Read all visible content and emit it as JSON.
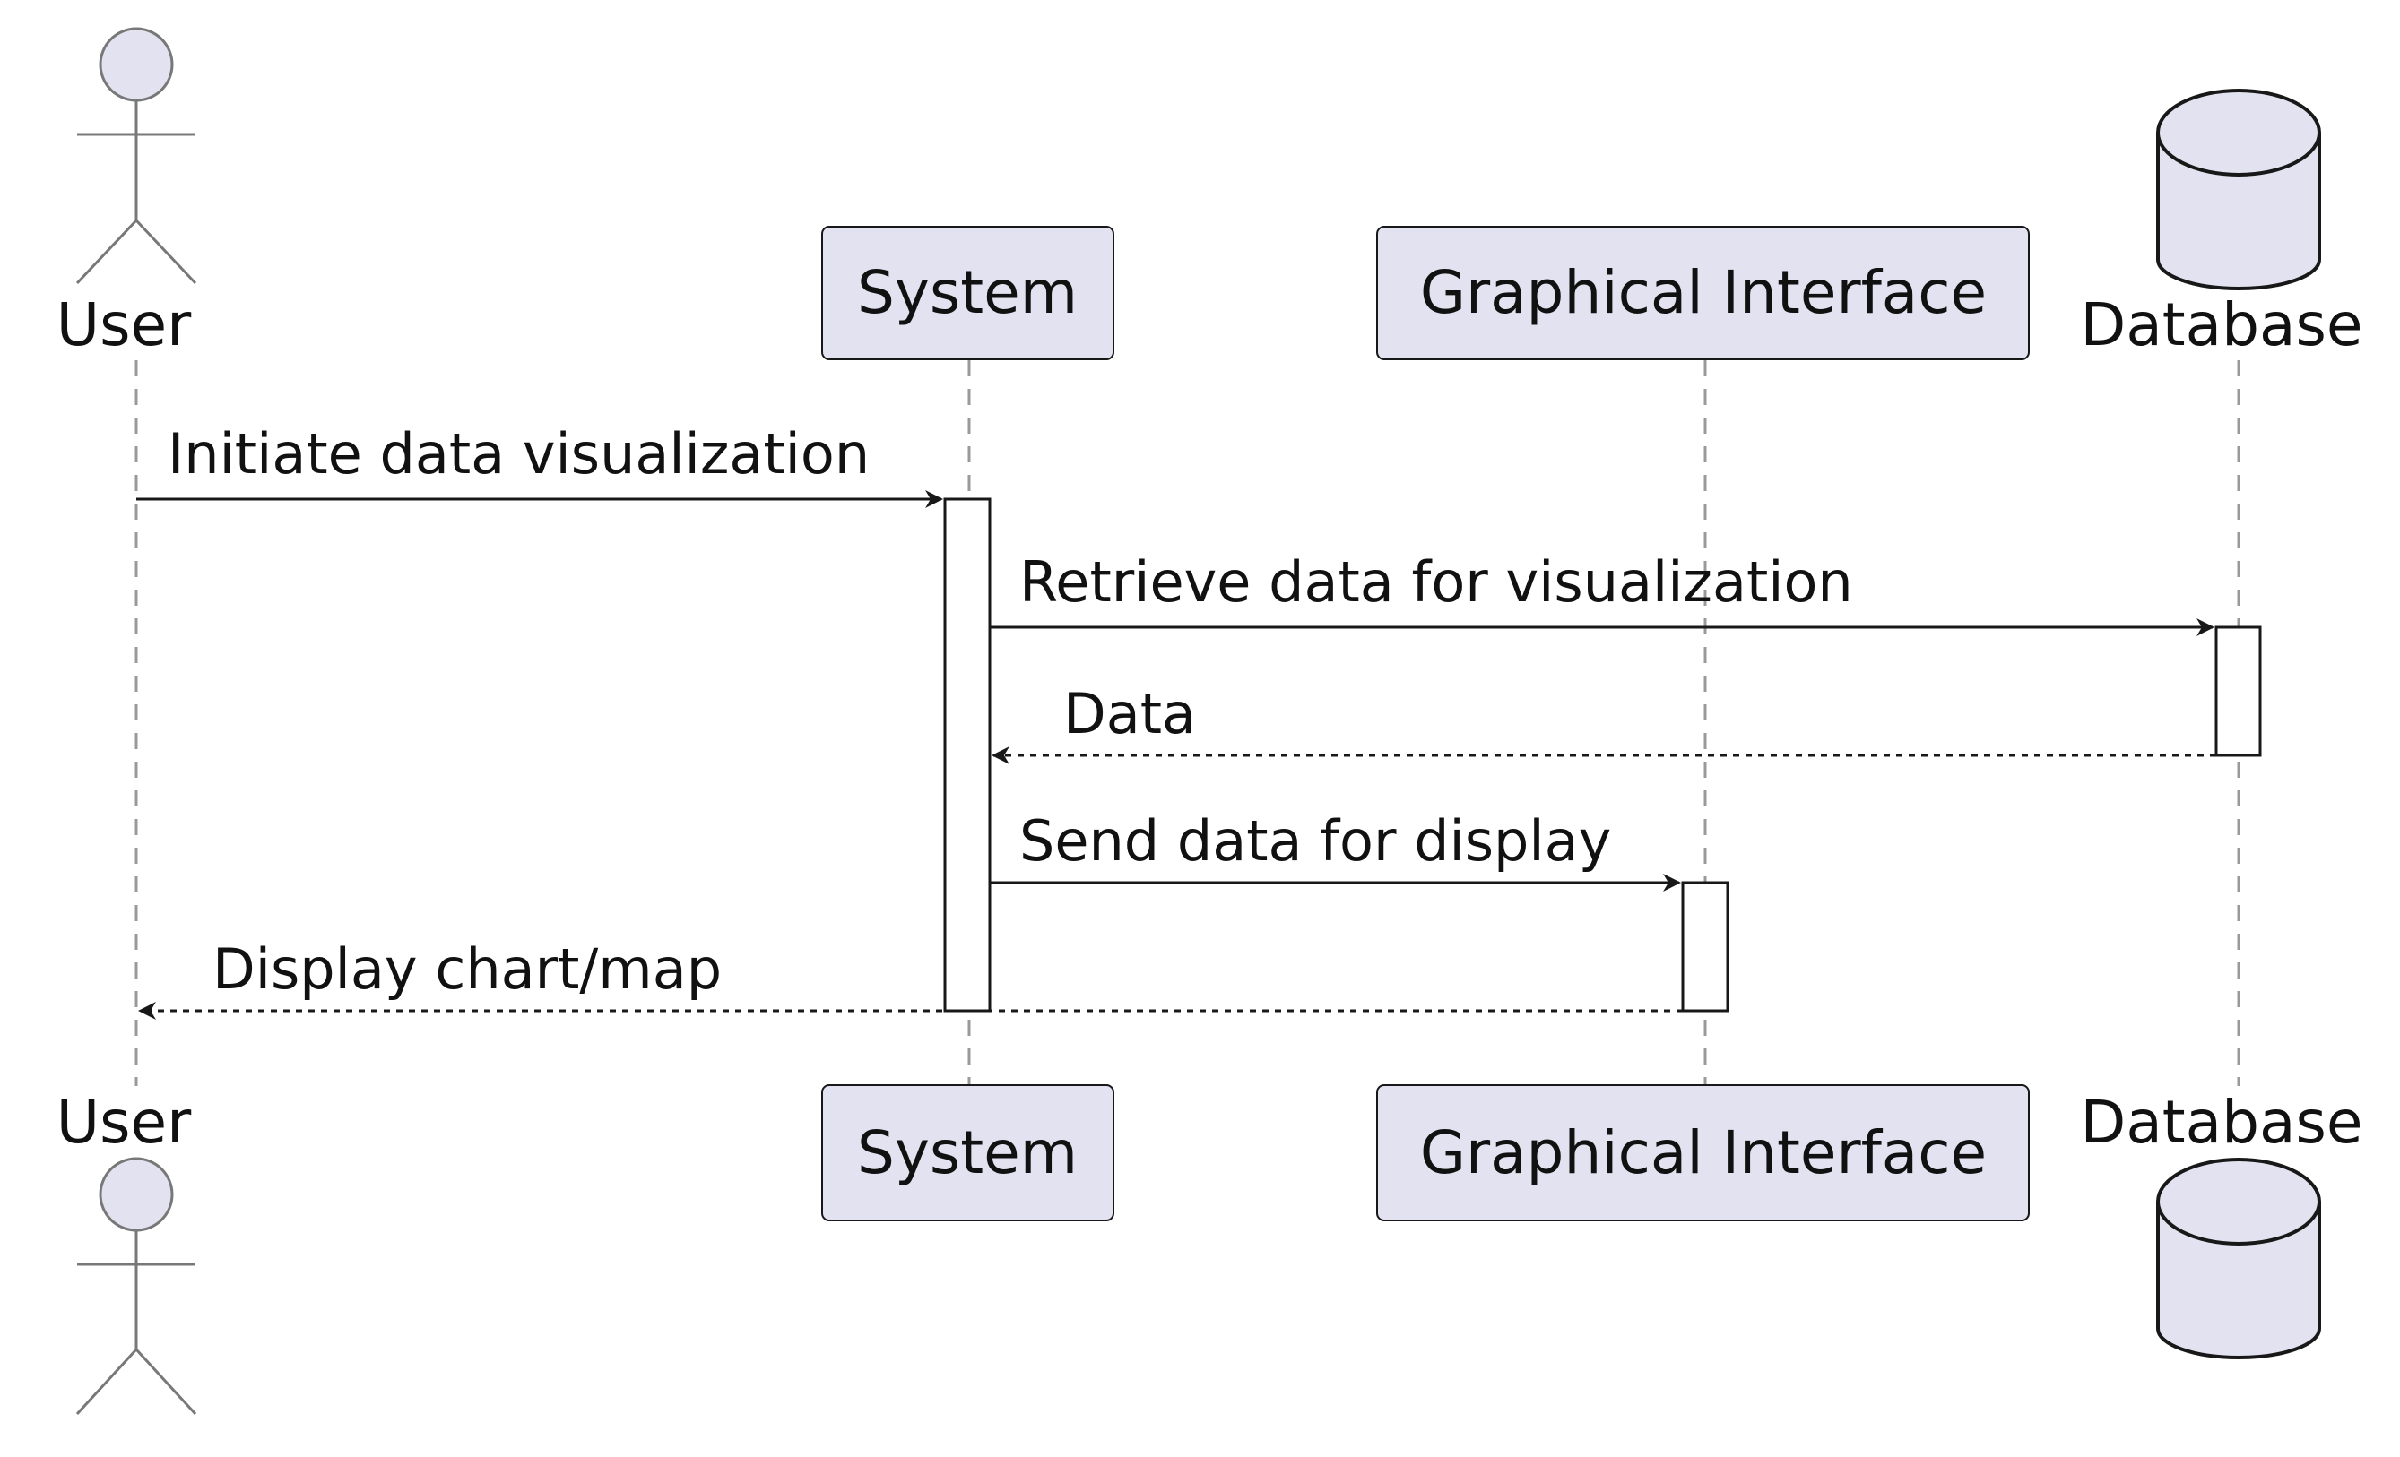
{
  "participants": {
    "user": {
      "label": "User",
      "type": "actor"
    },
    "system": {
      "label": "System",
      "type": "participant"
    },
    "gui": {
      "label": "Graphical Interface",
      "type": "participant"
    },
    "database": {
      "label": "Database",
      "type": "database"
    }
  },
  "messages": [
    {
      "from": "User",
      "to": "System",
      "label": "Initiate data visualization",
      "style": "solid"
    },
    {
      "from": "System",
      "to": "Database",
      "label": "Retrieve data for visualization",
      "style": "solid"
    },
    {
      "from": "Database",
      "to": "System",
      "label": "Data",
      "style": "dashed"
    },
    {
      "from": "System",
      "to": "Graphical Interface",
      "label": "Send data for display",
      "style": "solid"
    },
    {
      "from": "Graphical Interface",
      "to": "User",
      "label": "Display chart/map",
      "style": "dashed"
    }
  ],
  "colors": {
    "participant_fill": "#E2E2F0",
    "participant_stroke": "#181818",
    "actor_stroke": "#787878",
    "lifeline": "#999999",
    "arrow": "#181818"
  }
}
